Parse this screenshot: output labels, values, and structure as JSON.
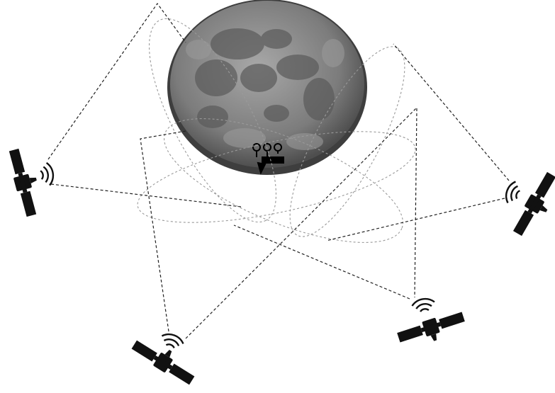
{
  "diagram": {
    "moon": {
      "fill": "#7a7a7a",
      "rim": "#4a4a4a",
      "maria": "#5e5e5e",
      "icon": "lunar-station-icon"
    },
    "satellites": [
      {
        "id": "sat-left",
        "icon": "satellite-icon"
      },
      {
        "id": "sat-right",
        "icon": "satellite-icon"
      },
      {
        "id": "sat-bottom-left",
        "icon": "satellite-icon"
      },
      {
        "id": "sat-bottom-right",
        "icon": "satellite-icon"
      }
    ],
    "orbits": [
      {
        "id": "orbit-1"
      },
      {
        "id": "orbit-2"
      },
      {
        "id": "orbit-3"
      },
      {
        "id": "orbit-4"
      }
    ],
    "links_style": "dashed",
    "colors": {
      "link": "#222222",
      "orbit": "#aaaaaa",
      "satellite": "#111111"
    }
  }
}
